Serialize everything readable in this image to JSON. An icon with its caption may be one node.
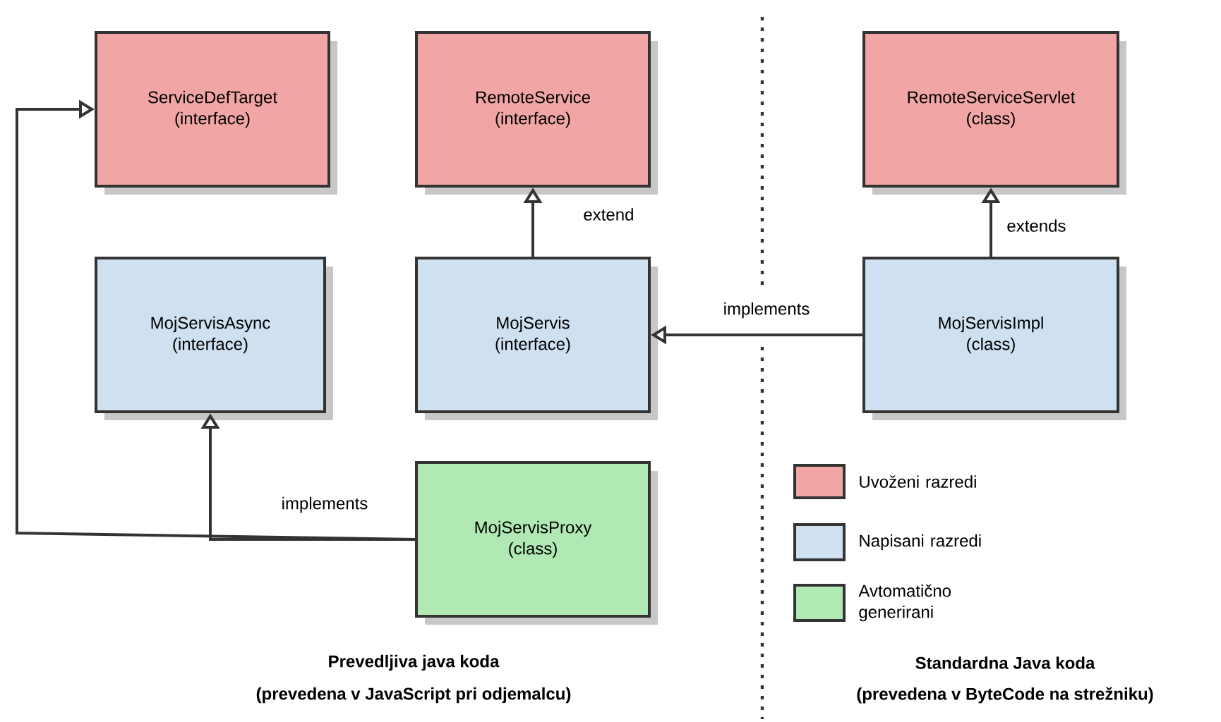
{
  "diagram": {
    "nodes": [
      {
        "text": [
          "ServiceDefTarget",
          "(interface)"
        ]
      },
      {
        "text": [
          "RemoteService",
          "(interface)"
        ]
      },
      {
        "text": [
          "RemoteServiceServlet",
          "(class)"
        ]
      },
      {
        "text": [
          "MojServisAsync",
          "(interface)"
        ]
      },
      {
        "text": [
          "MojServis",
          "(interface)"
        ]
      },
      {
        "text": [
          "MojServisImpl",
          "(class)"
        ]
      },
      {
        "text": [
          "MojServisProxy",
          "(class)"
        ]
      }
    ],
    "edges": [
      {
        "from": 4,
        "to": 1,
        "arrow": "to",
        "label": "extend"
      },
      {
        "from": 5,
        "to": 2,
        "arrow": "to",
        "label": "extends"
      },
      {
        "from": 5,
        "to": 4,
        "arrow": "to",
        "label": "implements"
      },
      {
        "from": 6,
        "to": 3,
        "arrow": "to",
        "label": "implements"
      },
      {
        "from": 6,
        "to": 0,
        "arrow": "to"
      }
    ],
    "labels": [
      "Prevedljiva java koda",
      "(prevedena v JavaScript pri odjemalcu)",
      "Standardna Java koda",
      "(prevedena v ByteCode na strežniku)"
    ],
    "legend": [
      {
        "text": "Uvoženi razredi",
        "color": "#f2a5a5"
      },
      {
        "text": "Napisani razredi",
        "color": "#cfe0f1"
      },
      {
        "text": "Avtomatično generirani",
        "color": "#b0e9b4"
      }
    ]
  }
}
